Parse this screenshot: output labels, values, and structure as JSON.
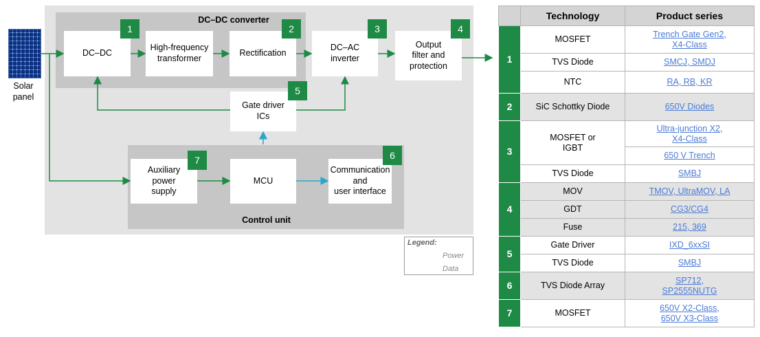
{
  "diagram": {
    "dcdc_group_title": "DC–DC converter",
    "control_group_title": "Control unit",
    "solar_label": "Solar\npanel",
    "blocks": [
      {
        "id": "dcdc",
        "label": "DC–DC",
        "badge": "1"
      },
      {
        "id": "hf",
        "label": "High-frequency\ntransformer",
        "badge": ""
      },
      {
        "id": "rect",
        "label": "Rectification",
        "badge": "2"
      },
      {
        "id": "dcac",
        "label": "DC–AC\ninverter",
        "badge": "3"
      },
      {
        "id": "output",
        "label": "Output\nfilter and\nprotection",
        "badge": "4"
      },
      {
        "id": "gate",
        "label": "Gate driver\nICs",
        "badge": "5"
      },
      {
        "id": "comm",
        "label": "Communication\nand\nuser interface",
        "badge": "6"
      },
      {
        "id": "aux",
        "label": "Auxiliary\npower\nsupply",
        "badge": "7"
      },
      {
        "id": "mcu",
        "label": "MCU",
        "badge": ""
      }
    ],
    "legend": {
      "title": "Legend:",
      "power": "Power",
      "data": "Data"
    },
    "colors": {
      "power": "#1e8a45",
      "data": "#2aa7c9",
      "badge": "#1e8a45"
    }
  },
  "table": {
    "headers": [
      "Technology",
      "Product series"
    ],
    "groups": [
      {
        "idx": "1",
        "rows": [
          {
            "tech": "MOSFET",
            "series": [
              "Trench Gate Gen2,",
              "X4-Class"
            ]
          },
          {
            "tech": "TVS Diode",
            "series": [
              "SMCJ, SMDJ"
            ]
          },
          {
            "tech": "NTC",
            "series": [
              "RA, RB, KR"
            ]
          }
        ]
      },
      {
        "idx": "2",
        "rows": [
          {
            "tech": "SiC Schottky Diode",
            "series": [
              "650V Diodes"
            ]
          }
        ]
      },
      {
        "idx": "3",
        "rows": [
          {
            "tech": "MOSFET or\nIGBT",
            "series": [
              "Ultra-junction X2,",
              "X4-Class"
            ]
          },
          {
            "tech": "",
            "series": [
              "650 V Trench"
            ]
          },
          {
            "tech": "TVS Diode",
            "series": [
              "SMBJ"
            ]
          }
        ]
      },
      {
        "idx": "4",
        "rows": [
          {
            "tech": "MOV",
            "series": [
              "TMOV, UltraMOV, LA"
            ]
          },
          {
            "tech": "GDT",
            "series": [
              "CG3/CG4"
            ]
          },
          {
            "tech": "Fuse",
            "series": [
              "215, 369"
            ]
          }
        ]
      },
      {
        "idx": "5",
        "rows": [
          {
            "tech": "Gate Driver",
            "series": [
              "IXD_6xxSI"
            ]
          },
          {
            "tech": "TVS Diode",
            "series": [
              "SMBJ"
            ]
          }
        ]
      },
      {
        "idx": "6",
        "rows": [
          {
            "tech": "TVS Diode Array",
            "series": [
              "SP712,",
              "SP2555NUTG"
            ]
          }
        ]
      },
      {
        "idx": "7",
        "rows": [
          {
            "tech": "MOSFET",
            "series": [
              "650V X2-Class,",
              "650V X3-Class"
            ]
          }
        ]
      }
    ]
  }
}
